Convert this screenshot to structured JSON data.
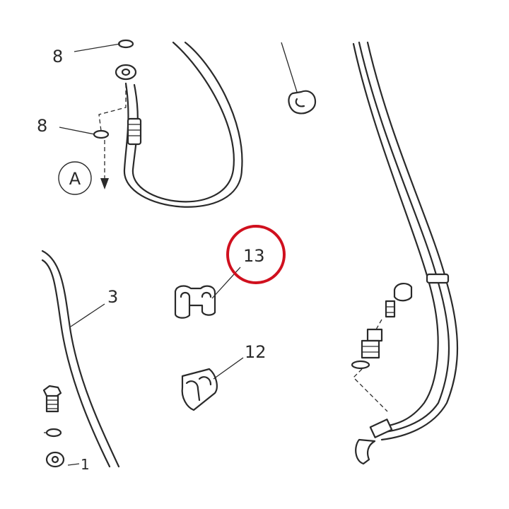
{
  "labels": {
    "part_8_top": "8",
    "part_8_left": "8",
    "view_marker": "A",
    "part_3": "3",
    "part_13": "13",
    "part_12": "12",
    "part_1_partial": "1"
  },
  "highlight": {
    "target_label": "13",
    "ring_color": "#d0101e"
  },
  "colors": {
    "line": "#2a2a2a",
    "background": "#ffffff"
  }
}
